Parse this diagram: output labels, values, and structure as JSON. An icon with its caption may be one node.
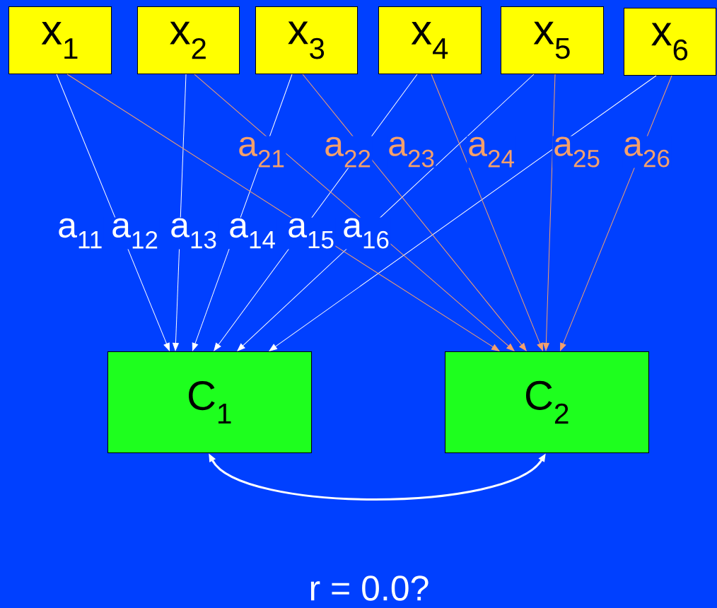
{
  "diagram": {
    "nodes": [
      {
        "text": [
          "x$_{1}$"
        ]
      },
      {
        "text": [
          "x$_{2}$"
        ]
      },
      {
        "text": [
          "x$_{3}$"
        ]
      },
      {
        "text": [
          "x$_{4}$"
        ]
      },
      {
        "text": [
          "x$_{5}$"
        ]
      },
      {
        "text": [
          "x$_{6}$"
        ]
      },
      {
        "text": [
          "C$_{1}$"
        ]
      },
      {
        "text": [
          "C$_{2}$"
        ]
      }
    ],
    "edges": [
      {
        "from": 0,
        "to": 6,
        "arrow": "to",
        "label": "a$_{11}$"
      },
      {
        "from": 1,
        "to": 6,
        "arrow": "to",
        "label": "a$_{12}$"
      },
      {
        "from": 2,
        "to": 6,
        "arrow": "to",
        "label": "a$_{13}$"
      },
      {
        "from": 3,
        "to": 6,
        "arrow": "to",
        "label": "a$_{14}$"
      },
      {
        "from": 4,
        "to": 6,
        "arrow": "to",
        "label": "a$_{15}$"
      },
      {
        "from": 5,
        "to": 6,
        "arrow": "to",
        "label": "a$_{16}$"
      },
      {
        "from": 0,
        "to": 7,
        "arrow": "to",
        "label": "a$_{21}$",
        "color": "#f4a06c"
      },
      {
        "from": 1,
        "to": 7,
        "arrow": "to",
        "label": "a$_{22}$",
        "color": "#f4a06c"
      },
      {
        "from": 2,
        "to": 7,
        "arrow": "to",
        "label": "a$_{23}$",
        "color": "#f4a06c"
      },
      {
        "from": 3,
        "to": 7,
        "arrow": "to",
        "label": "a$_{24}$",
        "color": "#f4a06c"
      },
      {
        "from": 4,
        "to": 7,
        "arrow": "to",
        "label": "a$_{25}$",
        "color": "#f4a06c"
      },
      {
        "from": 5,
        "to": 7,
        "arrow": "to",
        "label": "a$_{26}$",
        "color": "#f4a06c"
      },
      {
        "from": 6,
        "to": 7,
        "arrow": "both",
        "style": "thick"
      }
    ],
    "labels": [
      "r = 0.0?"
    ]
  }
}
